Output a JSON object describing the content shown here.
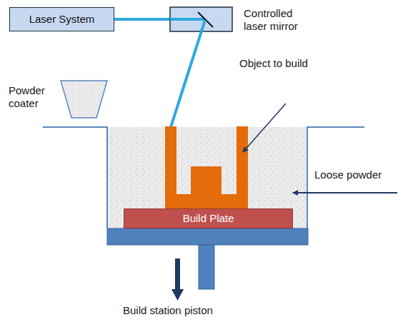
{
  "diagram": {
    "nodes": [
      {
        "text": [
          "Laser System"
        ]
      },
      {
        "text": [
          "Build Plate"
        ]
      }
    ],
    "labels": [
      "Controlled laser mirror",
      "Object to build",
      "Powder coater",
      "Loose powder",
      "Build station piston"
    ]
  }
}
